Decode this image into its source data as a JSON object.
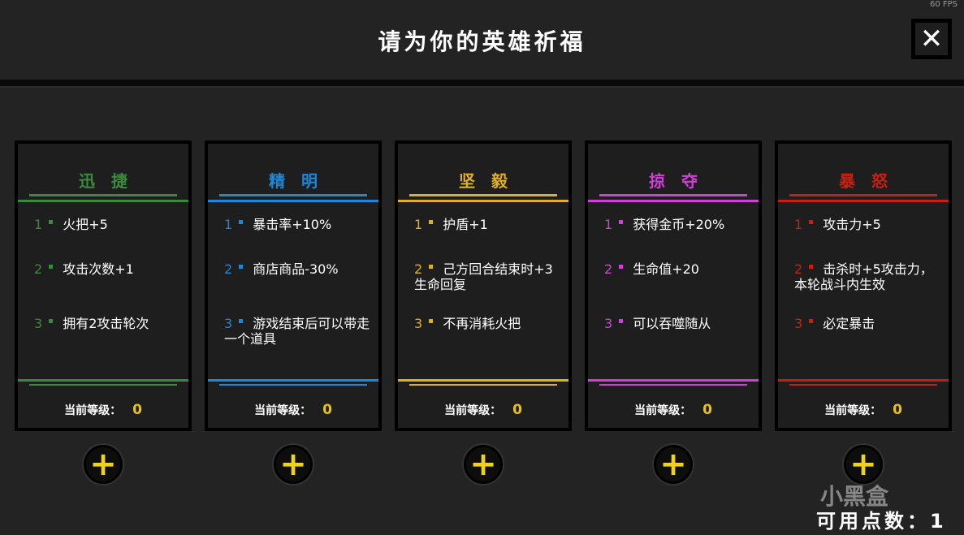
{
  "fps": "60 FPS",
  "title": "请为你的英雄祈福",
  "close_label": "✕",
  "level_label": "当前等级：",
  "cards": [
    {
      "name": "迅捷",
      "color": "#3a8a3e",
      "level": "0",
      "items": [
        {
          "n": "1",
          "text": "火把+5"
        },
        {
          "n": "2",
          "text": "攻击次数+1"
        },
        {
          "n": "3",
          "text": "拥有2攻击轮次"
        }
      ]
    },
    {
      "name": "精明",
      "color": "#1c88d8",
      "level": "0",
      "items": [
        {
          "n": "1",
          "text": "暴击率+10%"
        },
        {
          "n": "2",
          "text": "商店商品-30%"
        },
        {
          "n": "3",
          "text": "游戏结束后可以带走一个道具"
        }
      ]
    },
    {
      "name": "坚毅",
      "color": "#e0b020",
      "level": "0",
      "items": [
        {
          "n": "1",
          "text": "护盾+1"
        },
        {
          "n": "2",
          "text": "己方回合结束时+3生命回复"
        },
        {
          "n": "3",
          "text": "不再消耗火把"
        }
      ]
    },
    {
      "name": "掠夺",
      "color": "#d040d8",
      "level": "0",
      "items": [
        {
          "n": "1",
          "text": "获得金币+20%"
        },
        {
          "n": "2",
          "text": "生命值+20"
        },
        {
          "n": "3",
          "text": "可以吞噬随从"
        }
      ]
    },
    {
      "name": "暴怒",
      "color": "#c82010",
      "level": "0",
      "items": [
        {
          "n": "1",
          "text": "攻击力+5"
        },
        {
          "n": "2",
          "text": "击杀时+5攻击力，本轮战斗内生效"
        },
        {
          "n": "3",
          "text": "必定暴击"
        }
      ]
    }
  ],
  "plus_label": "+",
  "available_points_label": "可用点数：",
  "available_points": "1",
  "watermark": "小黑盒"
}
